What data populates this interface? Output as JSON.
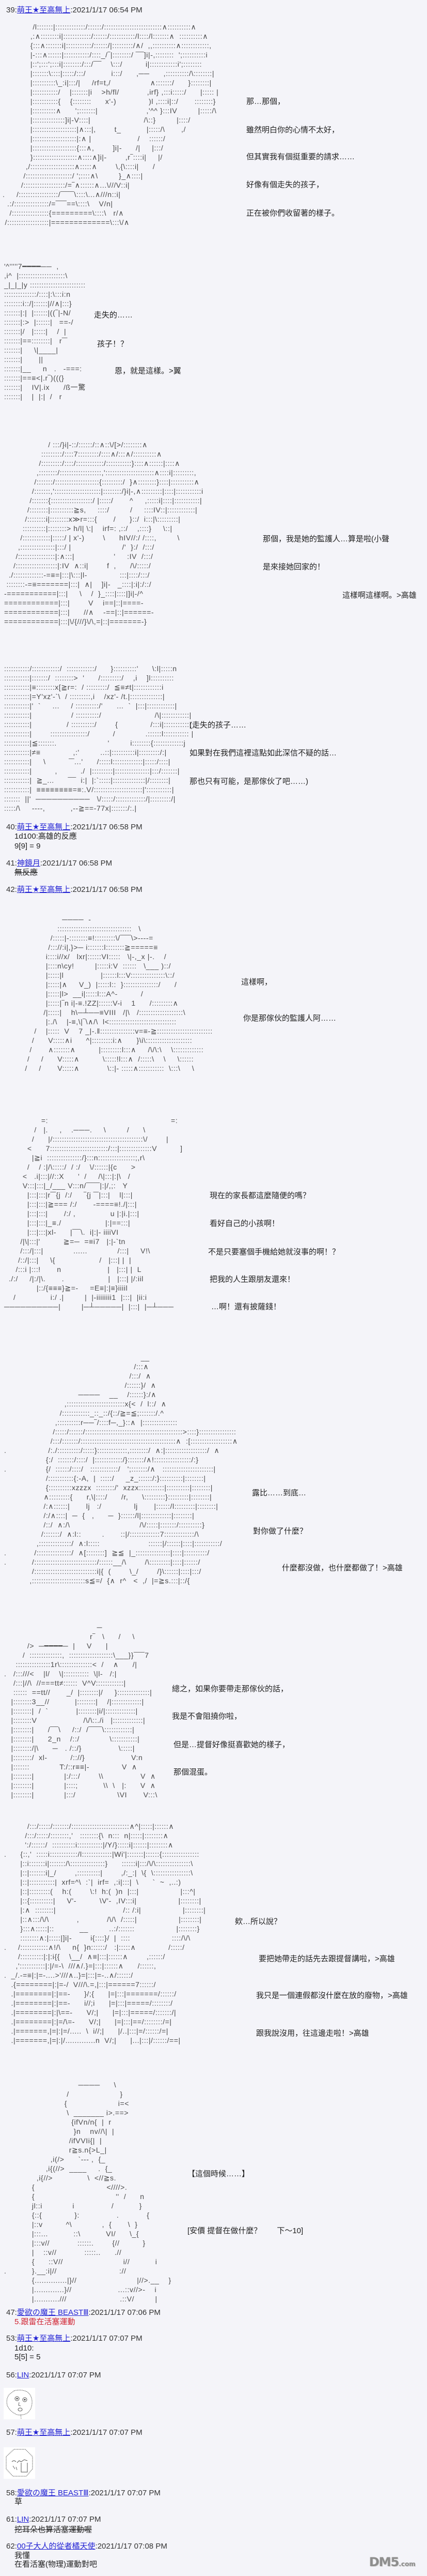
{
  "colors": {
    "background": "#F4F4F9",
    "link": "#2323D4",
    "text": "#222222",
    "meta": "#333333",
    "accent_red": "#D02432",
    "aa": "#4A4A4A"
  },
  "posts": [
    {
      "number": "39:",
      "author": "萌王★至高無上",
      "datetime": ":2021/1/17 06:54 PM",
      "body": []
    },
    {
      "number": "40:",
      "author": "萌王★至高無上",
      "datetime": ":2021/1/17 06:58 PM",
      "body": [
        "1d100:高雄的反應",
        "9[9] = 9"
      ]
    },
    {
      "number": "41:",
      "author": "神鏡月",
      "datetime": ":2021/1/17 06:58 PM",
      "body": [
        "無反應"
      ]
    },
    {
      "number": "42:",
      "author": "萌王★至高無上",
      "datetime": ":2021/1/17 06:58 PM",
      "body": []
    },
    {
      "number": "47:",
      "author": "愛欲の魔王 BEASTⅢ",
      "datetime": ":2021/1/17 07:06 PM",
      "body": [
        "5.跟雷在活塞運動"
      ]
    },
    {
      "number": "53:",
      "author": "萌王★至高無上",
      "datetime": ":2021/1/17 07:07 PM",
      "body": [
        "1d10:",
        "5[5] = 5"
      ]
    },
    {
      "number": "56:",
      "author": "LIN",
      "datetime": ":2021/1/17 07:07 PM",
      "body": [],
      "image": "surprised-face-aa"
    },
    {
      "number": "57:",
      "author": "萌王★至高無上",
      "datetime": ":2021/1/17 07:07 PM",
      "body": [],
      "image": "facepalm-face-aa"
    },
    {
      "number": "58:",
      "author": "愛欲の魔王 BEASTⅢ",
      "datetime": ":2021/1/17 07:07 PM",
      "body": [
        "草"
      ]
    },
    {
      "number": "61:",
      "author": "LIN",
      "datetime": ":2021/1/17 07:07 PM",
      "body": [
        "挖耳朵也算活塞運動喔"
      ]
    },
    {
      "number": "62:",
      "author": "00子大人的從者橘天使",
      "datetime": ":2021/1/17 07:08 PM",
      "body": [
        "我懂",
        "在看活塞(物理)運動對吧"
      ]
    }
  ],
  "scenes": [
    {
      "aa": "             /l:::::::|:::::::::::::/::::::/:::::::::::::::::::::::::∧::::::::::∧\n            ,:∧::::::::i|::::::::::::/::::::/:::::::::::/l::::/l:::::::∧  ::::::::::∧\n            {:::∧:::::::i|:::::::::::/::::::/|:::::::::/∧/  ,,::::::::::∧::::::::::::,\n            |-:::∧::::::|:::::::::::/::::_/‾|::::::::/ ‾‾‾]i|-,::::::::  ';::::::::::i\n            |::';:::';:::i|::::::::/:::/‾‾‾    \\:::/          i|::::::::::::i';::::::::\n            |:::::::\\::::|:::::/:::/           i:::/      ,──      ,::::::::::/\\::::::::|\n            |::::::::::\\_:i|:::/|     /rf=t,/                 ∧:::::::/      }::::::::|\n            |:::::::::::/    |:::::::|i    >h/fl/            ,irf} ,:::i:::::/      |::::: |\n            |:::::::::::{    {::::::::      x'-)              )l ,::::i|::/       ::::::::}\n            |::::::::::∧      ';:::::::|                     ,'^^ }:::IV         |:::::/\\\n            |::::::::::::::]i|-V::::|                       /\\::}         |::::/\n            |:::::::::::::::::::|∧:::|,        t_           |:::::/\\       ,/\n            |:::::::::::::::::::|:∧ |                    /    ::::::/\n            |:::::::::::::::::::{:::∧,        ]i|-      /|     |:::/\n            }:::::::::::::::::::∧::::∧]i|-        ,r‾::::i|     |/\n          ,/:::::::::::::::::::∧:::::∧        \\,{\\::::i|      /\n         /::::::::::::::::::::/ ';::::∧\\         }_∧::::|\n        /::::::::::::::::::/=‾∧::::::∧...\\///V::i|\n.     /:::::::::::::::::/‾‾‾‾‾\\::::\\...∧///n::i|\n  .:/:::::::::::::::/=‾‾‾‾==\\::::\\    V/n|\n   /::::::::::::::::{=========\\::::\\   r/∧\n /::::::::::::::::::|=============\\:::\\/∧",
      "lines": [
        "那…那個，",
        "雖然明白你的心情不太好，",
        "但其實我有個挺重要的請求……",
        "好像有個走失的孩子，",
        "正在被你們收留著的樣子。"
      ]
    },
    {
      "aa": "'^'''''7━━━━──  ,\n,i^  |::::::::::::::::::::\\\n_|_|_|y ::::::::::::::::::::::::\n::::::::::::::/::::|:\\:::i:n\n::::::::i::/|::::::|//∧|:::}\n:::::::|:|  |::::::|((‾|-N/\n:::::::|:>  |::::::|   ==-/\n:::::::|/   |:::::|    /  |\n:::::::|==::::::::|   r‾‾\n:::::::|     \\|____|\n:::::::|       ||\n:::::::|__     n   .   -===:\n:::::::|==≡<|.r‾)(((}\n:::::::|    IV|.ix      /ß一驚\n:::::::|    |  |:|  /   r",
      "lines": [
        "走失的……",
        "孩子！？",
        "恩，就是這樣。>翼"
      ]
    },
    {
      "aa": "                   / :::/}i|-::/::::::/::∧::\\/[>/::::::::∧\n                :::::::::/::::7:::::::::/::::∧/:::∧/::::::::::∧\n               /:::::::::/::::/::::::::::::/:::::::::::}::::∧::::::|::::∧\n              ,::::::::/::::::::::::::::::,':::::::::::::::::::::∧::::i|:::::::::,\n             /:::::::/:::::::::::::::::::{:::::::::/  }∧::::::::}::::|::::::::::∧\n            /:::::::,'::::::::::::::::::::|::::::::/}i|-,∧:::::::::|::::|:::::::::::i\n           /:::::::{::::::::::::::::::/ |:::::/       ^     ,:::::i|::::|:::::::::::|\n          /::::::::|::::::::::≧s,     ::::/         /     ::::IV::|::::::::::::|\n         /::::::::i|::::::::x≫r=:::{       /      }::/  i:::|\\:::::::::|\n        ::::::::::|::::::::> h/l| \\:|    irf=: ,::/    ,::::}     \\::|\n       /::::::::::::|:::::/ | x'-)        \\      hIV//:/ /::::,         \\\n      ,:::::::::::::::|:::/ |                      /'  }:/  /:::/\n     /::::::::::::::::|:∧:::|                 '     :IV  /:::/\n    /::::::::::::::::::|:IV  ∧::i|        f  ,      /\\/:::::/\n  ./:::::::::::::-=≡=|:::|\\:::|l-              :::|::::/:::/\n ::::::::-=≡=======|:::|  ∧|    ]i|-   _::::|:i|:/::/\n-===========|:::|     \\    /  }_::::|::::|]i|-/^\n============|:::|        V    i==|::|====-\n============|:::|      //∧    -==|::|======-\n============|:::|\\/{///}\\/\\,=|::|=======-}",
      "lines": [
        "那個，我是她的監護人…算是啦(小聲",
        "是來接她回家的！",
        "這樣啊這樣啊。>高雄"
      ]
    },
    {
      "aa": ":::::::::::/::::::::::::/  ::::::::::::/      }::::::::::'      \\:l|:::::n\n:::::::::::|:::::::/  ::::::::>  '      /:::::::::/    ,i    ]l::::::::::\n:::::::::::|≡::::::::x[≧r=:  / :::::::::/  ≦≡≠t|::::::::::::i\n:::::::::::|=Y'xz'-`\\  / :::::::::,i    /xz'- /t.|::::::::::::::|\n:::::::::::|'  `     ...     / ::::::::::/'      ...  `  |:::|::::::::::::|\n:::::::::::|                 / ::::::::::/                       /\\|::::::::::::|\n:::::::::::|               / ::::::::::/        {              /:::i|:::::::::::|\n:::::::::::|        ::::::::::::::::/          /             .::::::l::::::::::: |\n:::::::::::|≦:::::::.                      '         i::::::::{:::::::::::::j\n:::::::::::|≠≡              ,:'         ..::|::::::::::i|:::::::::/:|\n:::::::::::|     \\          ‾‾...'      /:::::l:::::::::::::|:::::/::::|\n:::::::::::|          ,          ./  |:::::::::|:::::::::::::::|:::/:::::::|\n:::::::::::|  ≧_...      ‾‾‾  i:|  |:`:::::|::::::::::::::|/::::::::|\n:::::::::::|  ≡≡≡≡≡≡≡≡=≡:.V/:::::::::::::::::::::|':::::::::::|\n:::::::  ||'  ──────────   \\/:::::/:::::::::::::/|:::::::::/|\n:::::/\\     ----,           ,--≧==-77x|:::::::/:.|",
      "lines": [
        "(走失的孩子……",
        "如果對在我們這裡這點如此深信不疑的話…",
        "那也只有可能，是那傢伙了吧……)"
      ]
    },
    {
      "aa": "                         ────  -\n                       ::::::::::::::::::::::::::::::::   \\\n                    /:::::|-::::::::≡!:::::::::\\/‾‾‾‾\\>----=\n                   /::://:i|,}>─ i:::::::l::::::::≧=====≡\n                  i::::i//x/   lxr|::::::VI:::::   \\|-,_x |-.    /\n                  |::::n\\cy!         |:::::i:V  ::::::   \\___ )::/\n                  |:::::|l                |::::::l:::V:::::::::::::::\\::/\n                  |:::::|∧     V_)  |:::::l::  }:::::::::::::::/      /\n                  |:::::|l>  __i|:::::l:::A^-          /\n                  |:::::|‾n i|-≡.!ZZ|::::::V-i    1      /:::::::::∧\n                 /|:::::|    h\\─┴──≡VIII   /|\\   /:::::::::::::::::::\\\n                  |:./\\    |-≡,\\|‾\\∧/\\  l<:::::::::::::::::::::::::::::\n             /    |:::::  V    7 _|-.‖:::::::::::::::v=≡-≧::::::::::::::::::::::::\n            /      V:::::∧i      ^|:::::::::i:∧      }\\i\\::::::::::::::::::::\n           /       ∧:::::::∧          |:::::::::l:::∧     /\\/\\:\\    \\:::::::::::::\n          /     /      V:::::∧          \\:::::!l:::∧  /:::::\\    \\     \\::::::\n         /     /       V:::::∧            \\::|- :::::∧:::::::::::  \\:::\\     \\",
      "lines": [
        "這樣啊，",
        "你是那傢伙的監護人阿……"
      ]
    },
    {
      "aa": "                =:                                                     =:\n             /   |.     ,    .───.     \\         /      \\\n            /      |/:::::::::::::::::::::::::::::::::::::::\\/        |\n          <      7:::::::::::::::::::::::::/:::|::::::::::::::V          ]\n            |≧i  :::::::::::::::/}:::n::::::::::::::::;,r\\\n          /    / :|/\\:::::/  / :/    \\/::::::|{c      >\n        <   .i|:::|//::X      '  /     /\\|:::|:|\\   /\n        V:::|:::|_/___ V:::n/‾‾‾‾‾|:|/,;:   Y\n          |:::|:::|r‾‾{j  /:/     ‾{j ‾‾|:::|    l|:::|\n          |:::|:::|≧=== /:/       -====≡!./|:::|\n          |:::|:::|       /:/ ,               u |:|i.|:::|\n          |:::|:::|_≡./                   |:|==:::|\n          |:::|:::|xl-      |‾‾‾\\.  i|:|- iiiiVI\n       /|\\|:::|'          ≧=─  =≡i7   |:|-`tn\n       /:::/|:::|             ......             /:::|     V!\\\n      /::/|:::|     \\{                   /   |:::| |  |\n     /:::i |:::!       n                    |   |:::| |  L\n  ./:/     /|:/|\\.       .                   |   |:::| |/:iil\n              |::/{≡≡≡}≧=-     =E≡|:|≡}iiiil\n    /               i:/ .|         |  |-iiiiiiii1  |:::|  |ii:i\n──────────|         |─┴─────|  |:::|  |─┴───",
      "lines": [
        "現在的家長都這麼隨便的嗎？",
        "看好自己的小孩啊！",
        "不是只要塞個手機給她就沒事的啊！？",
        "把我的人生跟朋友還來！",
        "…啊！還有披薩錢！"
      ]
    },
    {
      "aa": "                                                           __\n                                                        /:::∧\n                                                      /:::/  ∧\n                                                    /::::::}/  ∧\n                                ────    __    /::::::}:/∧\n                          ,:::::::::::::::::::::::::x{<  /  l::/  ∧\n                        /::::::::::::_::_::/{::/≧=≦;:::::::/.^\n                      ,::::::::::r──‾/::::f─,_}::∧  |:::::::::::::::\n                     /:::::/::::::/::::::::::::::::::::::::::::::::::::::::::>::::}::::::::::::::::\n                    /:::/:::::::/:::::::::::::::::::::::::::::::::::::::::∧  :[::::::::::::::::::∧\n.                  /:./::::::::::/:::::}:::::::::::::,::::::::/  ∧:|::::::::::::::::::/  ∧\n                  {:/  :::::::/::::/  |::::::::::::/}:::::::/∧!::::::::::::::::/:}\n.                 {/  ::::::/::::/   ::::::::::::/   ';:::::::/∧   ::::::::::::::::::::::|\n                  /:::::::::::{:-A,  |  :::::/     _z_::::::/:}::::::::::|::::::::|\n                  {::::::::::xzzzx  ::::::::/'  xzzx:::::::::::|::::::::::|::::::::|\n                 ∧:::::::::{      r,\\|::::/      /r,      \\:::::::::}:::::::::|::::::::|\n                 /:∧::::::|       lj   :/              lj       |::::::/l:::::::::|::::::::|\n                 /:/∧::::|  ─  {   ,      ─  }::::::/l|:::::::::::::|::::::::|\n                 /::/  ∧:/\\                              /\\/:::::|:::::::/::::::::::}\n                /:::::::/  ∧:l::         .       ::|/:::::::::::::7:::::::::::::/\\\n              ,::::::::::::::/  ∧:l:::::                     ::::::|/::::::|::::|:::::::::::/\n.            /:::::::::::::::/  ∧[::::::::]  ≧≦  |_:::::::::::::::|::::|::::::::::/\n.           /:::::::::::::::::::::::::::/::::::__/\\        /\\:::::::::|::::|::::::/\n            /:::::::::::::::::::::::::::i|{  (        \\_/        /}\\::::::|::::|:::/\n           ,:::::::::::::::::::::::s≦=/  {∧  r^   <  ,/  |=≧s.:::|::/{",
      "lines": [
        "露比……到底…",
        "對你做了什麼？",
        "什麼都沒做，也什麼都做了！>高雄"
      ]
    },
    {
      "aa": "                                        ─\n                                     r‾   \\      /     \\\n          />  ─━━━━─  |     V      |\n        /  ::::::::::::::,  :::::::::::::::::::\\___}}‾‾‾‾7\n     :::::::::::::::1r\\::::::::::::::<  /    ∧      /|\n.   /:::///<    |l/    \\|:::::::::::  \\|l-   /:|\n    /:::|//\\  //===tt≠::::::  V^V::::::::::::|\n    ::::::  ==tt//       _/  |::::::::|/     }::::::::::::::|\n   |::::::::3__//           |::::::::|    /|:::::::::::::|\n   |::::::::|  /  `            |::::::::|i/|:::::::::::::|\n   |::::::::V                    /\\/\\::./i   |:::::::::::::|\n   |::::::::|      /‾‾‾\\     /::/  /‾‾‾‾‾\\::::::::::::|\n   |::::::::|      2_n    /::/             \\:::::::::::|\n   |::::::::/|\\      ─   . /::/}                \\:::::|\n   |::::::::/  xl-          /:://}                    V:n\n   |:::::::             T:/::r≡≡|-              V  ∧\n   |::::::::|             |:/:::/        \\\\                V  ∧\n   |::::::::|             |::::;           \\\\  \\   |:      V  ∧\n   |::::::::|             |:::/                  \\VI       V:::\\",
      "lines": [
        "總之，如果你要帶走那傢伙的話，",
        "我是不會阻撓你啦，",
        "但是…提督好像挺喜歡她的樣子，",
        "那個混蛋。"
      ]
    },
    {
      "aa": "          /:::/:::::/:::::::/:::::::::::::::::::::::::∧^|:::::|::::::∧\n         /:::/:::::/::::::::,'   ::::::::{\\  n:::  n|:::::|::::::::∧\n         ':/::::::/  ::::::::::i:::::::::::|/Y/}:::::i|::::::|::::::::∧\n.      {::,'  :::::i::::::::::::/l:::::::::::::|Wi'|:::::::|::::::{::::::::::::::::\n       |::i:::::::i|:::::::/\\:::::::::::::::}      ::::::i|:::/\\/\\:::::::::::::::\\\n       |::|:::::::i|_/        ,::::::::::|        ,/:_:|  \\{  \\::::::::::::::::\\\n       |::|:::::::::::|  xrf=^\\  :`|  irf=  ,:i|:::|  \\      `  ~  ,..:)\n       |::|:::::::::(    h:(        \\:!  h:(  )n  |:::|                  |:::^|\n       |::{::::::::::|     V'-          \\V'-  ,IV:::i|                  |::::::::|\n       |:∧  ::::::::|                             /:: /:i|                  |::::::::|\n       |::∧:::/\\/\\            ,            /\\/\\  /:::::|                  |::::::::|\n       }:::∧:::::|::           __         ..:/:::::::                  |::::::::}\n       ::::::::∧:|:::::|]i|-        i{::::}/  |  ::::                  ::::/\\/\\\n.     /::::::::::::∧!/\\     n{  }n::::::/   :|:::::∧              /:::::/\n      /::::::::::|:|:i{{    \\__/  ∧≡|:::|::::::∧        ,::::::/\n     ,':::::::::::|:|/=-\\  ///∧/.}=|:::|::::::∧      /::::::,\n.  _/.-=≡|:|=-....>'///∧..}=|:::|=-..∧/::::::/\n   .{========|:|=-/  V///\\.=,|:::|======7::::::/\n   .|========|:|==-      }/;{      |=|:::|=======/::::::/\n   .|========|:|==-      i//;i      |=|:::|=====/::::::::/\n   .|========|:|\\==-      V/;|      |=|:::|=====/:::::::/|\n   .|========|:|=/\\=-      V/;|      |=|:::|==/::::::::/=|\n   .|=======,|=|:|=/.....  \\  i//;|      |/..|:::|=/::::::/=|\n   .|=======,|=|:|/.............n  V/;|      |...|:::|/::::::/==|",
      "lines": [
        "欸…所以說？",
        "要把她帶走的話先去跟提督講啦，>高雄",
        "我只是一個連假都沒什麼在放的廢物，>高雄",
        "跟我說沒用，往這邊走啦！>高雄"
      ]
    },
    {
      "aa": "                                ────      \\\n                           /                      }\n                          {                      i=<\n                           \\  _______ i>.==>\n                             {ifVn/n{  |  r\n                              }n    nv//\\|  |\n                            /ifVVIi{|  |\n                            r≧s.n{>L_|\n                    ,i(/>      `--- ,  {_\n                  ,i{(//>  ____     .  {_\n              ,i{//>               \\  <//≧s.\n            {                               <////>.\n            {                                   ''  /      n\n            jl::i             i                /           }\n            {::{              }:                .            {\n            |::v          ^\\             ,  {       \\  }\n            |:::...           ::\\           VI/      \\_{\n            |:::v//            ::::::.        {//          }\n            |    ::v//            :::::..      .//\n            {      ::V//                          i//           i\n.           }.__:i|//                           ://\n            {..............|}//                          |//>.__    }\n            |.............}//                    ...::v//>-    i\n            |...........///                       .::V/         |",
      "lines": [
        "【這個時候……】",
        "[安價 提督在做什麼？　　下～10]"
      ]
    }
  ],
  "watermark": {
    "brand": "DM5",
    "suffix": ".com"
  }
}
